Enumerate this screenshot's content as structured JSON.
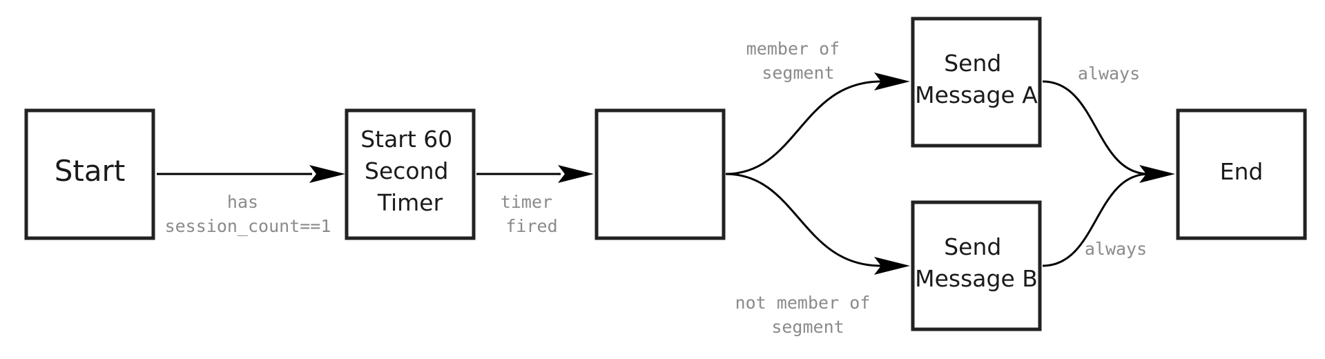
{
  "nodes": {
    "start": {
      "lines": [
        "Start"
      ]
    },
    "timer": {
      "lines": [
        "Start 60",
        "Second",
        "Timer"
      ]
    },
    "decision": {
      "lines": []
    },
    "send_a": {
      "lines": [
        "Send",
        "Message A"
      ]
    },
    "send_b": {
      "lines": [
        "Send",
        "Message B"
      ]
    },
    "end": {
      "lines": [
        "End"
      ]
    }
  },
  "edges": {
    "start_to_timer": {
      "label_lines": [
        "has",
        "session_count==1"
      ]
    },
    "timer_to_decision": {
      "label_lines": [
        "timer",
        "fired"
      ]
    },
    "decision_to_a": {
      "label_lines": [
        "member of",
        "segment"
      ]
    },
    "decision_to_b": {
      "label_lines": [
        "not member of",
        "segment"
      ]
    },
    "a_to_end": {
      "label_lines": [
        "always"
      ]
    },
    "b_to_end": {
      "label_lines": [
        "always"
      ]
    }
  }
}
